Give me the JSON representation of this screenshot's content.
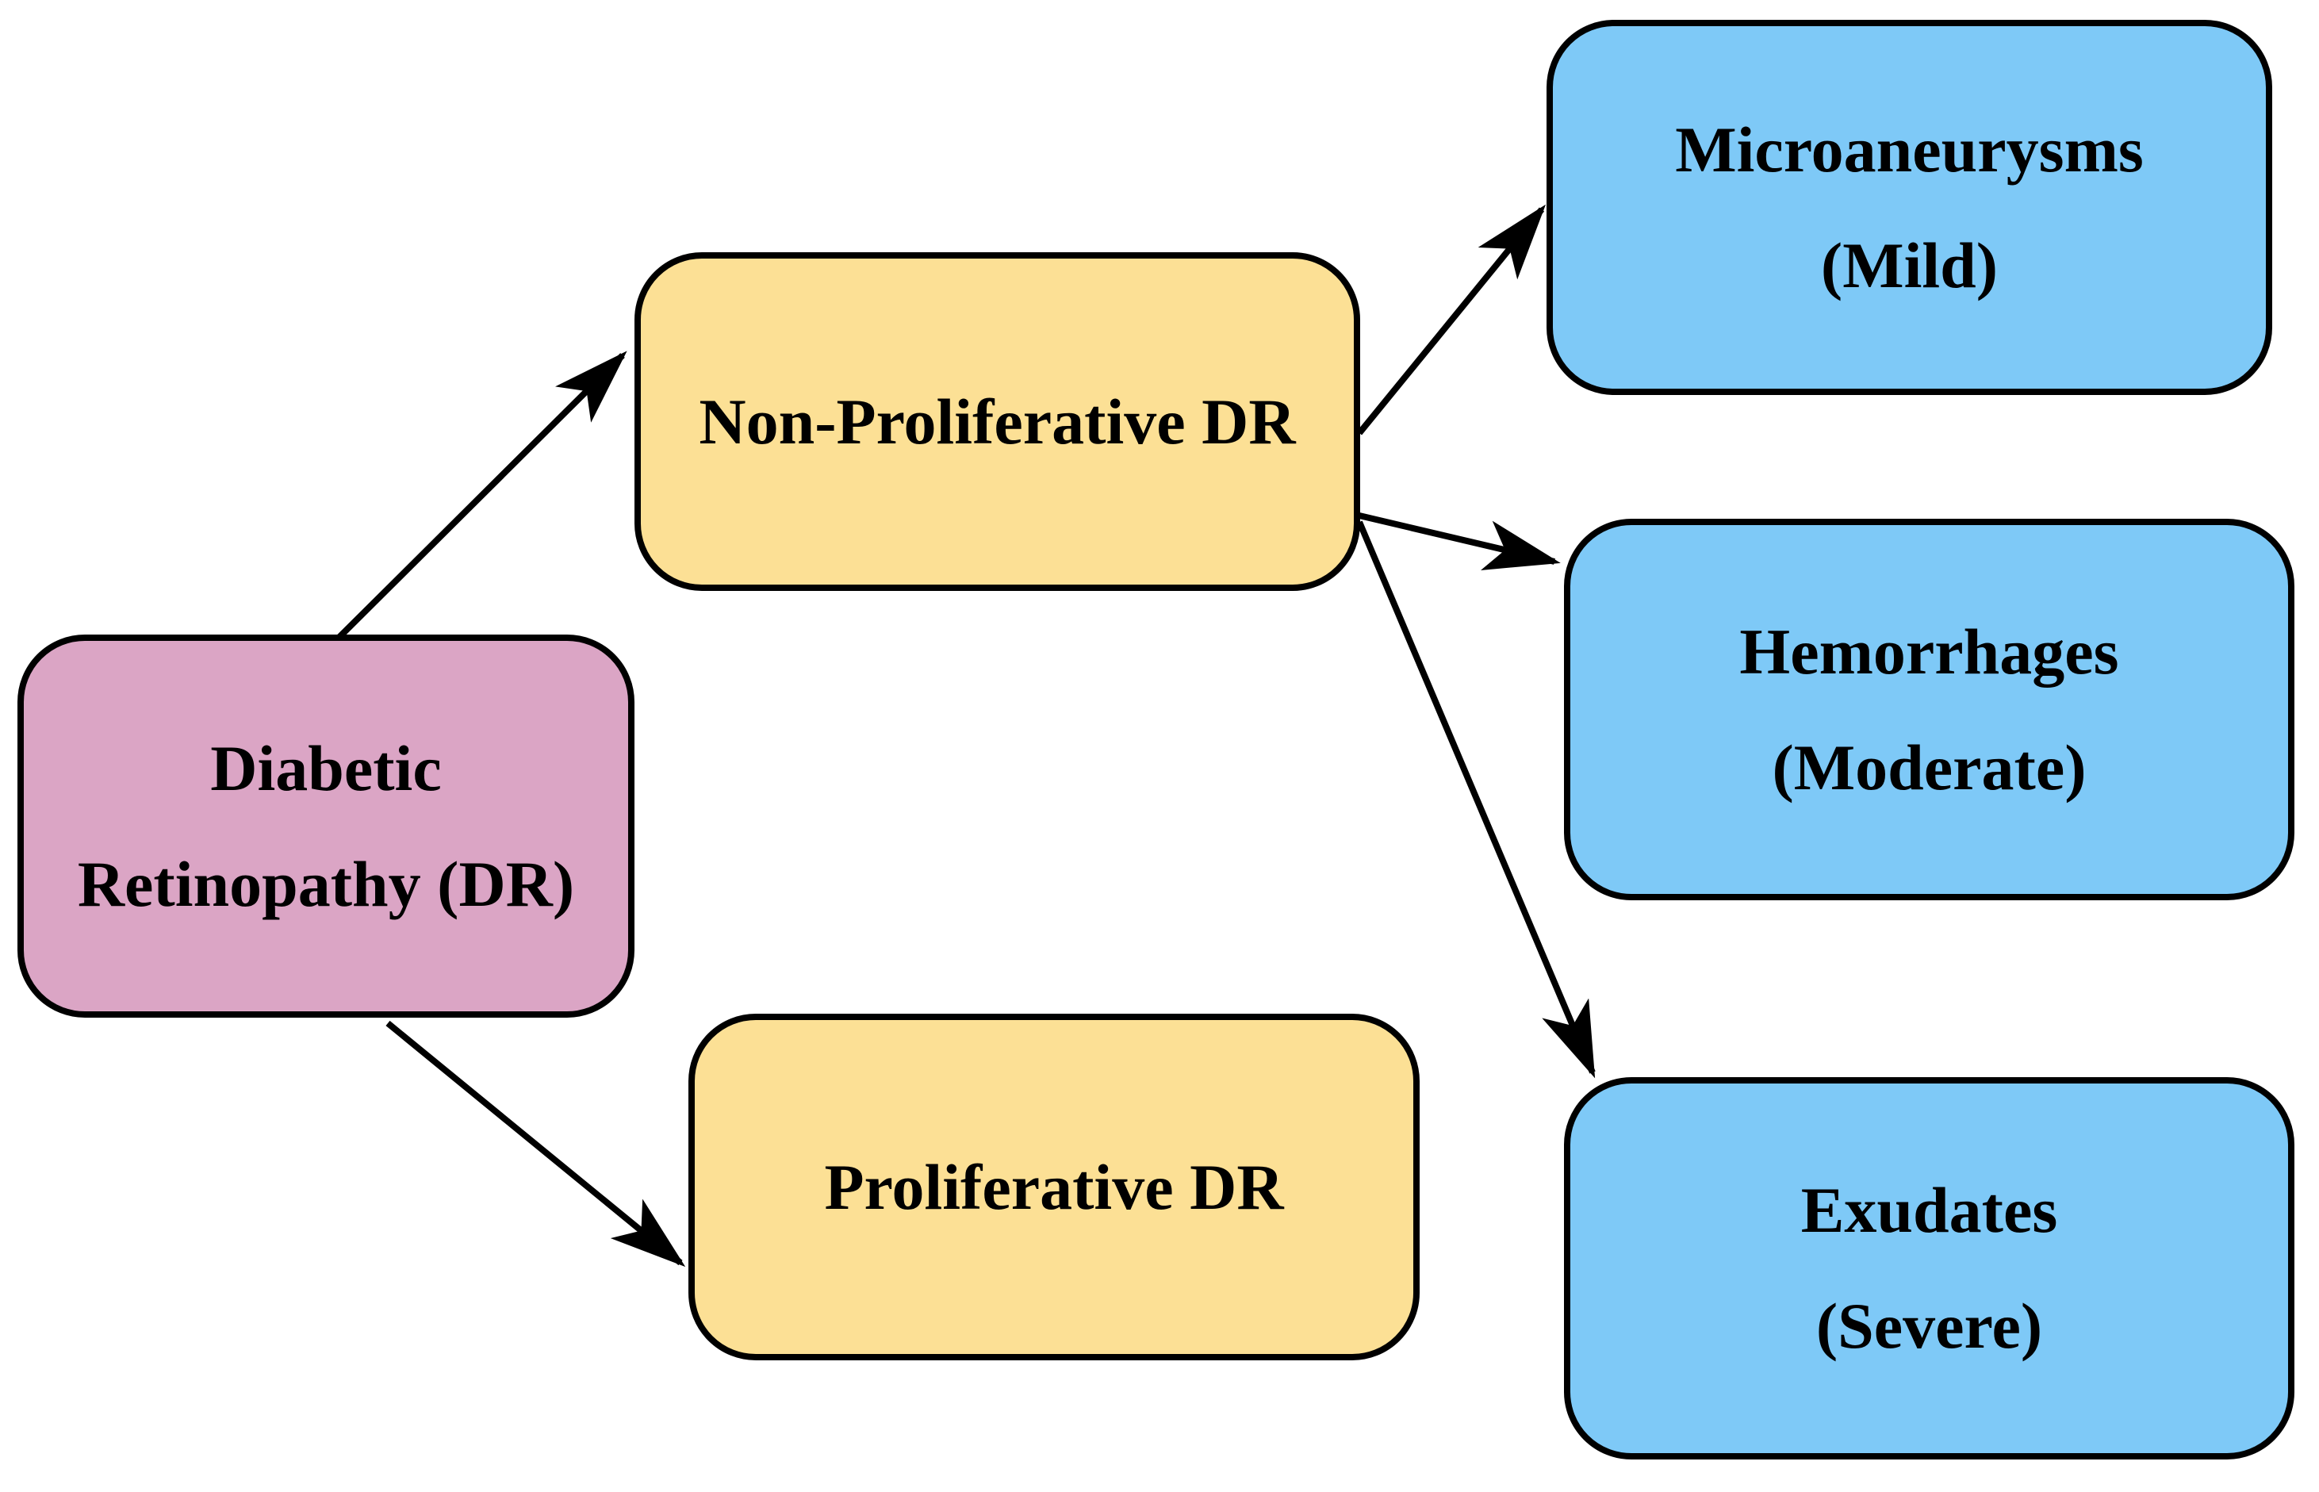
{
  "diagram": {
    "type": "flowchart",
    "background_color": "#ffffff",
    "edge_color": "#000000",
    "border_color": "#000000",
    "text_color": "#000000",
    "nodes": {
      "dr": {
        "line1": "Diabetic",
        "line2": "Retinopathy (DR)",
        "fill": "#dba5c5"
      },
      "npdr": {
        "line1": "Non-Proliferative DR",
        "fill": "#fce095"
      },
      "pdr": {
        "line1": "Proliferative DR",
        "fill": "#fce095"
      },
      "mild": {
        "line1": "Microaneurysms",
        "line2": "(Mild)",
        "fill": "#7ec9f7"
      },
      "moderate": {
        "line1": "Hemorrhages",
        "line2": "(Moderate)",
        "fill": "#7ec9f7"
      },
      "severe": {
        "line1": "Exudates",
        "line2": "(Severe)",
        "fill": "#7ec9f7"
      }
    },
    "edges": [
      {
        "from": "Diabetic Retinopathy (DR)",
        "to": "Non-Proliferative DR"
      },
      {
        "from": "Diabetic Retinopathy (DR)",
        "to": "Proliferative DR"
      },
      {
        "from": "Non-Proliferative DR",
        "to": "Microaneurysms (Mild)"
      },
      {
        "from": "Non-Proliferative DR",
        "to": "Hemorrhages (Moderate)"
      },
      {
        "from": "Non-Proliferative DR",
        "to": "Exudates (Severe)"
      }
    ]
  }
}
